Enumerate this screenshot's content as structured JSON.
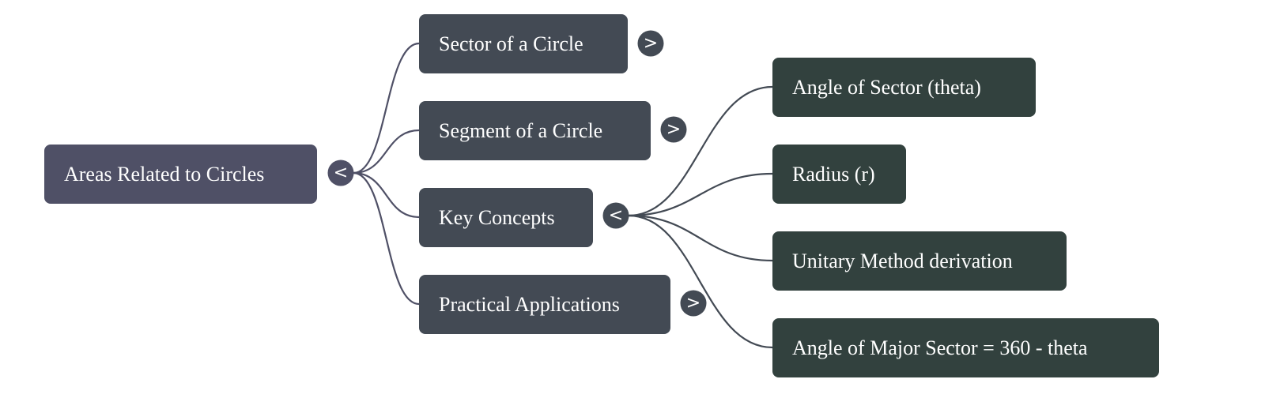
{
  "mindmap": {
    "root": {
      "label": "Areas Related to Circles",
      "toggle": {
        "icon": "collapse-icon",
        "glyph": "<"
      },
      "color": "#4f5066"
    },
    "children": [
      {
        "label": "Sector of a Circle",
        "toggle": {
          "icon": "expand-icon",
          "glyph": ">"
        },
        "color": "#434a54"
      },
      {
        "label": "Segment of a Circle",
        "toggle": {
          "icon": "expand-icon",
          "glyph": ">"
        },
        "color": "#434a54"
      },
      {
        "label": "Key Concepts",
        "toggle": {
          "icon": "collapse-icon",
          "glyph": "<"
        },
        "color": "#434a54",
        "children": [
          {
            "label": "Angle of Sector (theta)",
            "color": "#32413e"
          },
          {
            "label": "Radius (r)",
            "color": "#32413e"
          },
          {
            "label": "Unitary Method derivation",
            "color": "#32413e"
          },
          {
            "label": "Angle of Major Sector = 360 - theta",
            "color": "#32413e"
          }
        ]
      },
      {
        "label": "Practical Applications",
        "toggle": {
          "icon": "expand-icon",
          "glyph": ">"
        },
        "color": "#434a54"
      }
    ],
    "link_colors": {
      "root": "#4f5066",
      "key_concepts": "#434a54"
    }
  }
}
